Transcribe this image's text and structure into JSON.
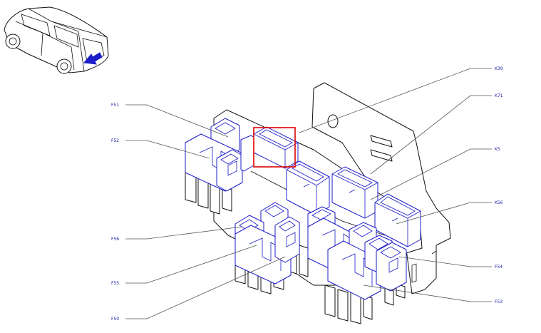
{
  "callouts_left": [
    {
      "id": "F51"
    },
    {
      "id": "F52"
    },
    {
      "id": "F56"
    },
    {
      "id": "F55"
    },
    {
      "id": "F50"
    }
  ],
  "callouts_right": [
    {
      "id": "K39"
    },
    {
      "id": "K71"
    },
    {
      "id": "K5"
    },
    {
      "id": "K56"
    },
    {
      "id": "F54"
    },
    {
      "id": "F53"
    }
  ],
  "colors": {
    "component_outline": "#1c1cc8",
    "highlight": "#e00000",
    "label_text": "#1a1aaa",
    "arrow": "#1c1cc8"
  },
  "icons": {
    "vehicle": "car-location-icon",
    "direction_arrow": "arrow-location-icon"
  }
}
